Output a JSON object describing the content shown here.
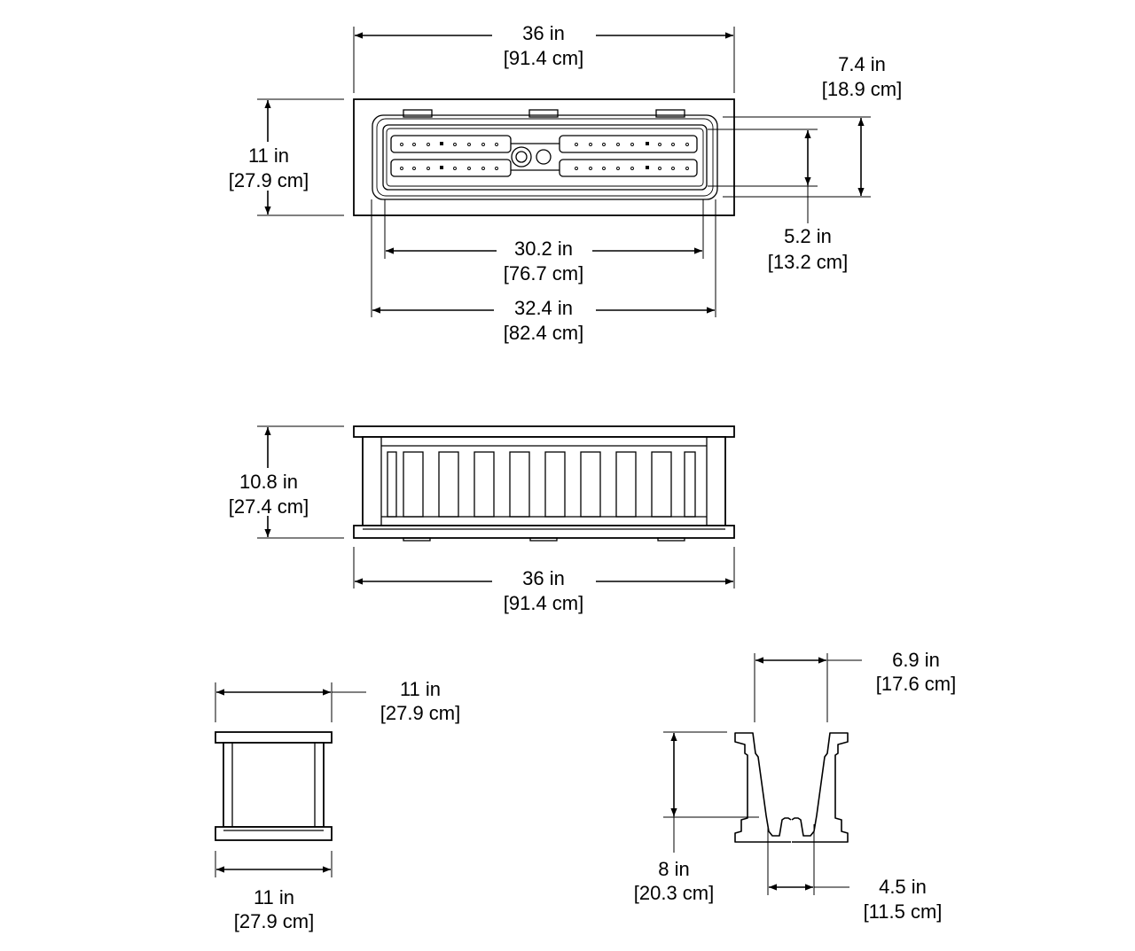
{
  "title": "Planter box dimension drawing",
  "top_view": {
    "overall_length": {
      "in": "36 in",
      "cm": "[91.4 cm]"
    },
    "overall_width": {
      "in": "11 in",
      "cm": "[27.9 cm]"
    },
    "reservoir_width_outer": {
      "in": "7.4 in",
      "cm": "[18.9 cm]"
    },
    "reservoir_width_inner": {
      "in": "5.2 in",
      "cm": "[13.2 cm]"
    },
    "inner_length": {
      "in": "30.2 in",
      "cm": "[76.7 cm]"
    },
    "opening_length": {
      "in": "32.4 in",
      "cm": "[82.4 cm]"
    }
  },
  "front_view": {
    "height": {
      "in": "10.8 in",
      "cm": "[27.4 cm]"
    },
    "length": {
      "in": "36 in",
      "cm": "[91.4 cm]"
    }
  },
  "side_view": {
    "top_width": {
      "in": "11 in",
      "cm": "[27.9 cm]"
    },
    "bottom_width": {
      "in": "11 in",
      "cm": "[27.9 cm]"
    }
  },
  "section_view": {
    "top_opening": {
      "in": "6.9 in",
      "cm": "[17.6 cm]"
    },
    "depth": {
      "in": "8 in",
      "cm": "[20.3 cm]"
    },
    "bottom_width": {
      "in": "4.5 in",
      "cm": "[11.5 cm]"
    }
  }
}
